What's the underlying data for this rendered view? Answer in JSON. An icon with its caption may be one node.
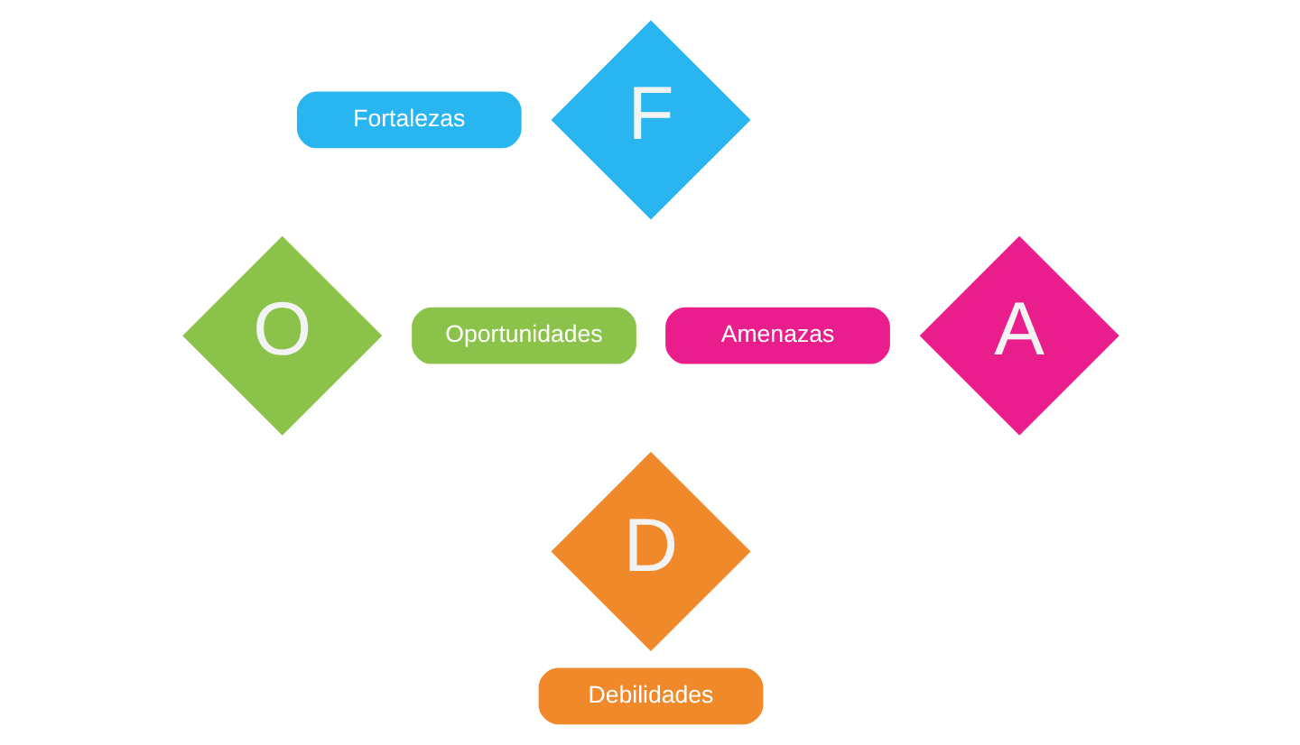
{
  "diagram": {
    "nodes": [
      {
        "text": [
          "F"
        ],
        "beside": [
          "Fortalezas"
        ]
      },
      {
        "text": [
          "A"
        ],
        "beside": [
          "Amenazas"
        ]
      },
      {
        "text": [
          "O"
        ],
        "beside": [
          "Oportunidades"
        ]
      },
      {
        "text": [
          "D"
        ],
        "beside": [
          "Debilidades"
        ]
      }
    ]
  }
}
